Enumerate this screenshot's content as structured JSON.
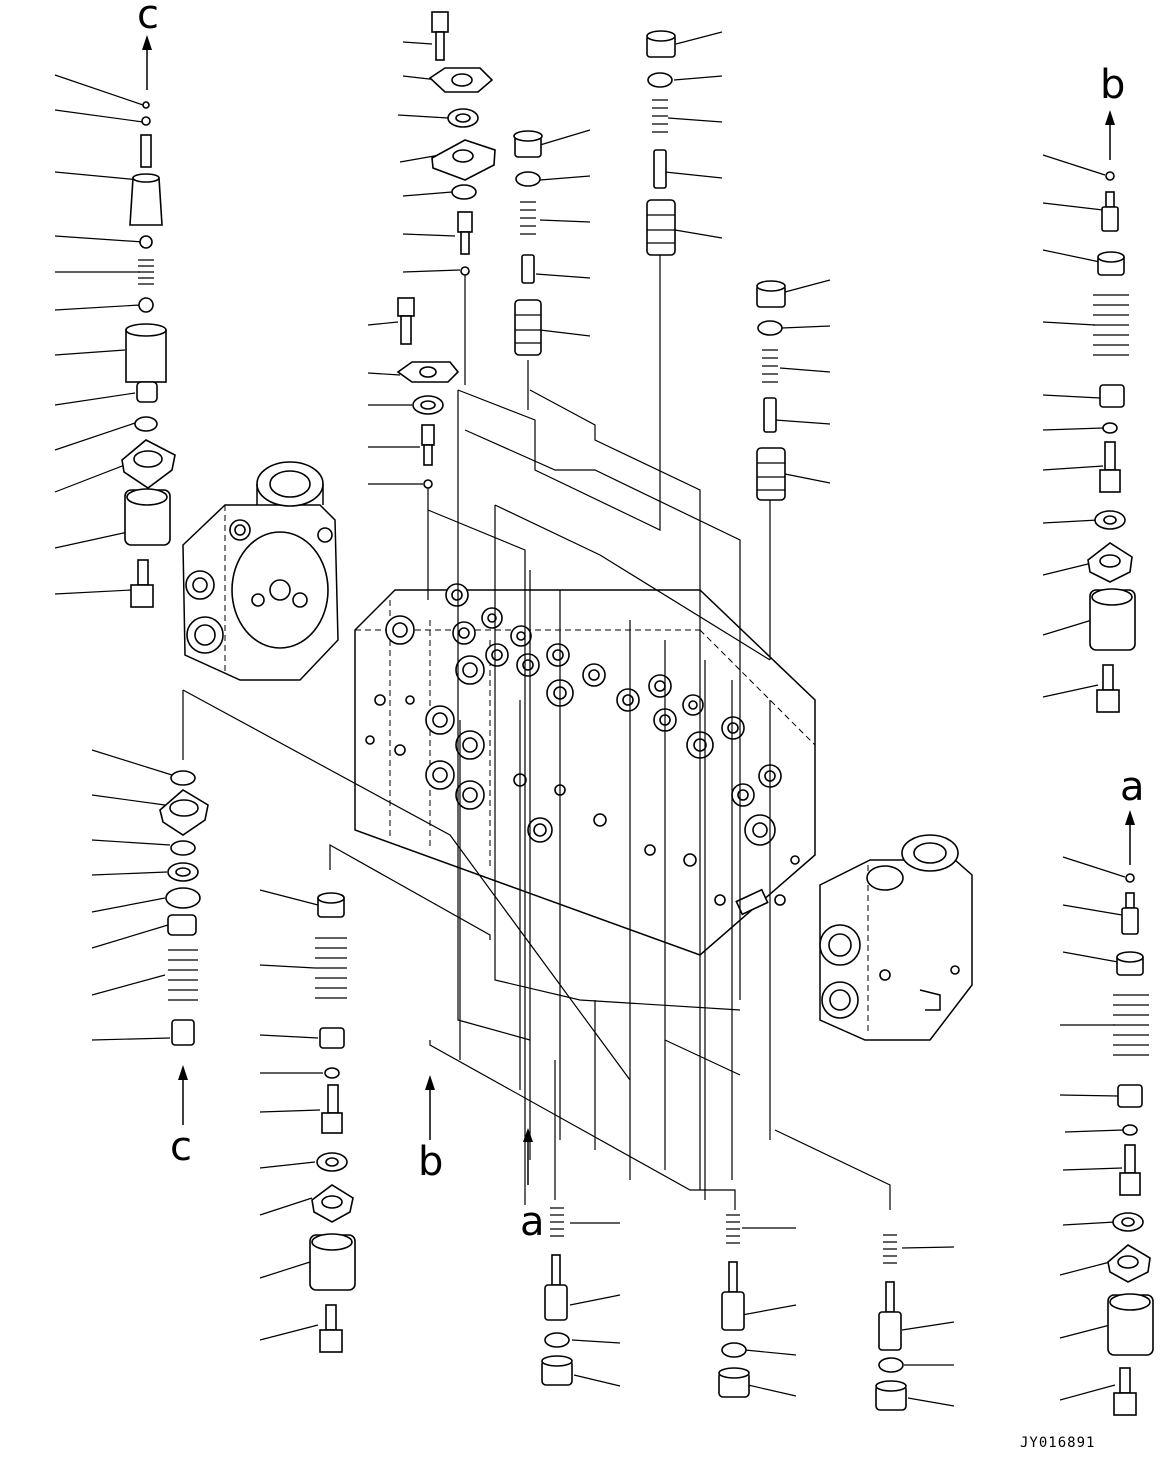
{
  "diagram": {
    "drawing_code": "JY016891",
    "connector_labels": {
      "c_top": "c",
      "c_bottom": "c",
      "b_top": "b",
      "b_bottom": "b",
      "a_right": "a",
      "a_bottom": "a"
    }
  }
}
